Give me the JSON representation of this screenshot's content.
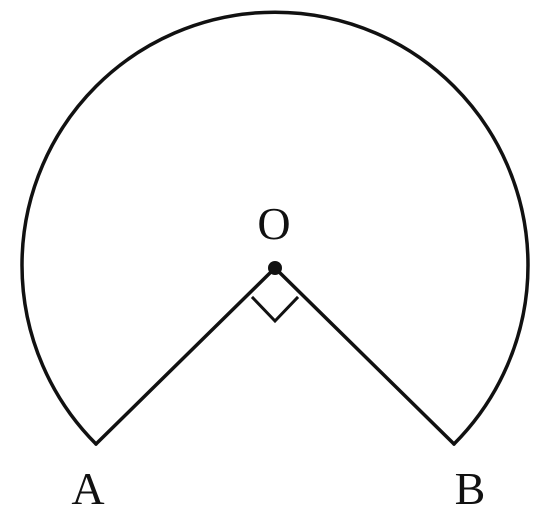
{
  "points": {
    "center": "O",
    "left": "A",
    "right": "B"
  },
  "angle_AOB_degrees": 90
}
